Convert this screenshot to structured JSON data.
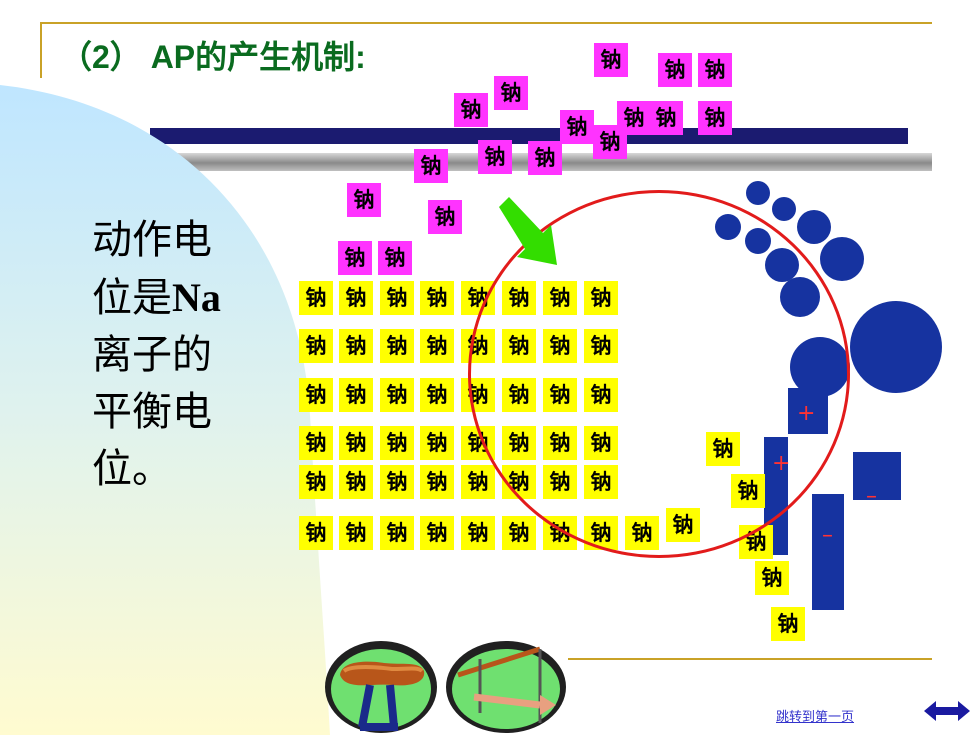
{
  "slide": {
    "title": "（2） AP的产生机制:",
    "side_text_a": "动作电位是",
    "side_text_b": "Na",
    "side_text_c": "离子的平衡电位。",
    "ion_label": "钠",
    "plus_sign": "+",
    "minus_sign": "–",
    "jump_link": "跳转到第一页"
  },
  "colors": {
    "title": "#0a6b1f",
    "ion_outside": "#ff33ff",
    "ion_inside": "#ffff00",
    "channel": "#1633a0",
    "circle": "#e21b1b",
    "arrow": "#33dd00"
  },
  "icons": {
    "pommel_horse": "pommel-horse-icon",
    "parallel_bars": "parallel-bars-icon",
    "navigation": "left-right-arrow-icon",
    "influx": "green-arrow-icon"
  }
}
